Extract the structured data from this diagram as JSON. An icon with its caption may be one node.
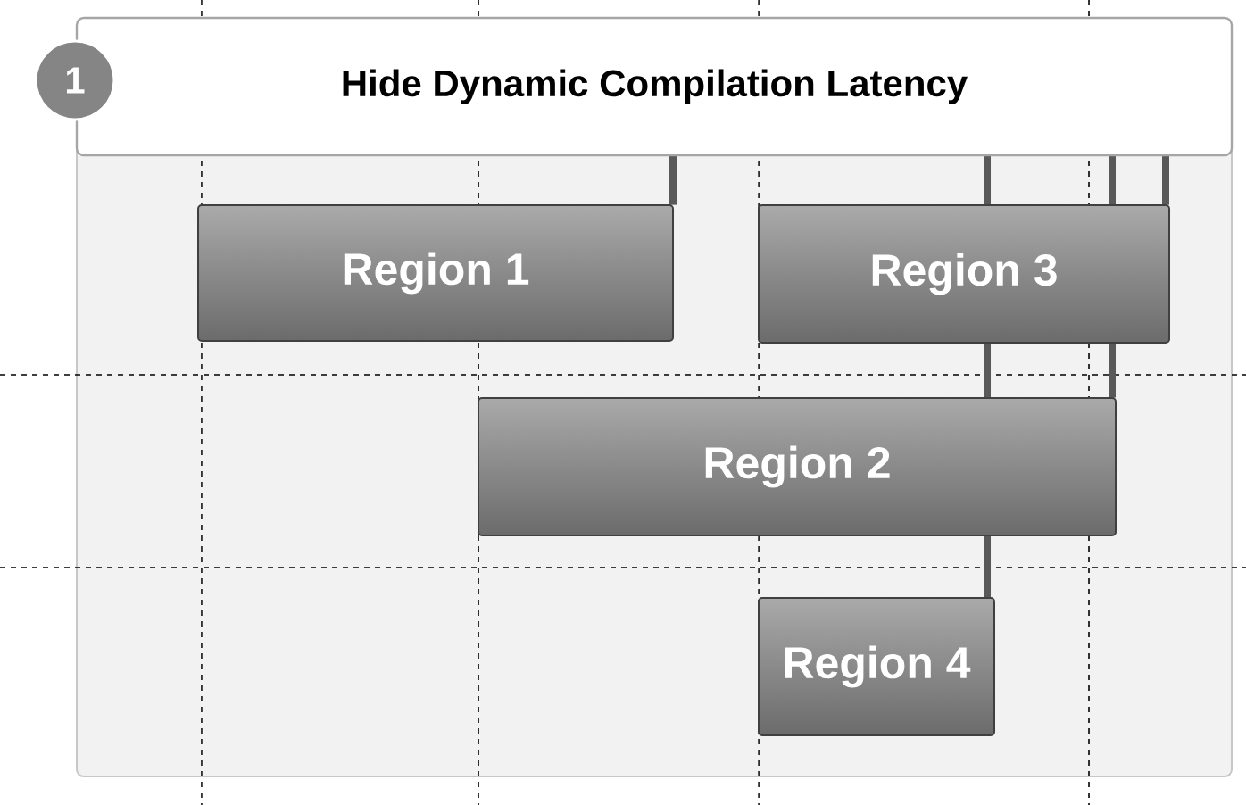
{
  "diagram": {
    "nodes": [
      {
        "text": [
          "1"
        ]
      },
      {
        "text": [
          "Hide Dynamic Compilation Latency"
        ]
      },
      {
        "text": [
          "Region 1"
        ]
      },
      {
        "text": [
          "Region 3"
        ]
      },
      {
        "text": [
          "Region 2"
        ]
      },
      {
        "text": [
          "Region 4"
        ]
      }
    ],
    "edges": [
      {
        "from": 1,
        "to": 2,
        "arrow": "none"
      },
      {
        "from": 1,
        "to": 5,
        "arrow": "none"
      },
      {
        "from": 1,
        "to": 4,
        "arrow": "none"
      },
      {
        "from": 1,
        "to": 3,
        "arrow": "none"
      }
    ]
  }
}
